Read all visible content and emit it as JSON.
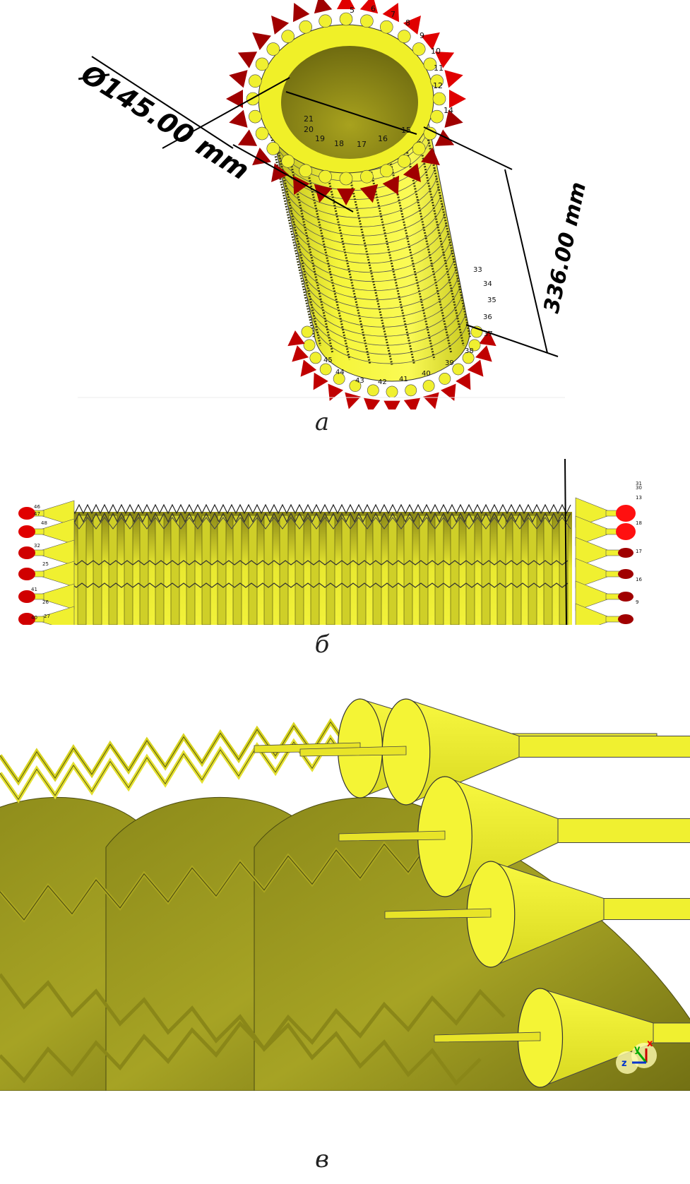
{
  "figure": {
    "panels": [
      {
        "id": "a",
        "caption": "а"
      },
      {
        "id": "b",
        "caption": "б"
      },
      {
        "id": "c",
        "caption": "в"
      }
    ],
    "dimensions": {
      "diameter": "Ø145.00 mm",
      "length": "336.00 mm"
    },
    "ports_top": [
      "5",
      "6",
      "7",
      "8",
      "9",
      "10",
      "11",
      "12",
      "14",
      "15",
      "16",
      "17",
      "18",
      "19",
      "20",
      "21"
    ],
    "ports_bottom": [
      "33",
      "34",
      "35",
      "36",
      "37",
      "38",
      "39",
      "40",
      "41",
      "42",
      "43",
      "44",
      "45"
    ],
    "ports_side_left": [
      "46",
      "47",
      "48",
      "32",
      "25",
      "41",
      "26",
      "40",
      "27"
    ],
    "ports_side_right": [
      "31",
      "30",
      "13",
      "18",
      "17",
      "16",
      "9"
    ],
    "axis_triad": {
      "x": "x",
      "y": "y",
      "z": "z"
    },
    "colors": {
      "yellow": "#f2f22a",
      "olive": "#8e8c1c",
      "red": "#c00000",
      "dark_red": "#8a0000"
    }
  }
}
